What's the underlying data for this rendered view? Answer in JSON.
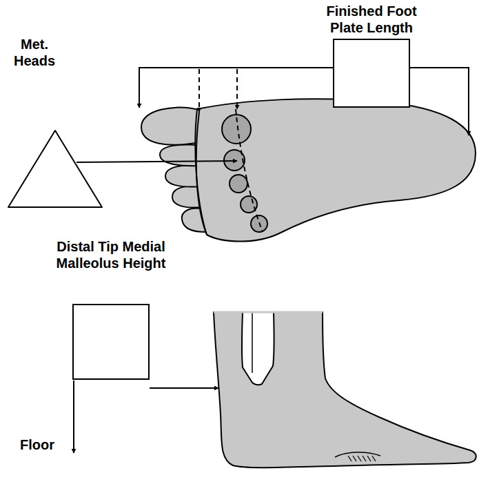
{
  "diagram": {
    "nodes": [
      {
        "text": [
          "Finished Foot Plate Length"
        ]
      },
      {
        "text": [
          "Met. Heads"
        ]
      },
      {
        "text": [
          "Distal Tip Medial Malleolus Height"
        ]
      }
    ],
    "labels": [
      "Floor"
    ]
  }
}
